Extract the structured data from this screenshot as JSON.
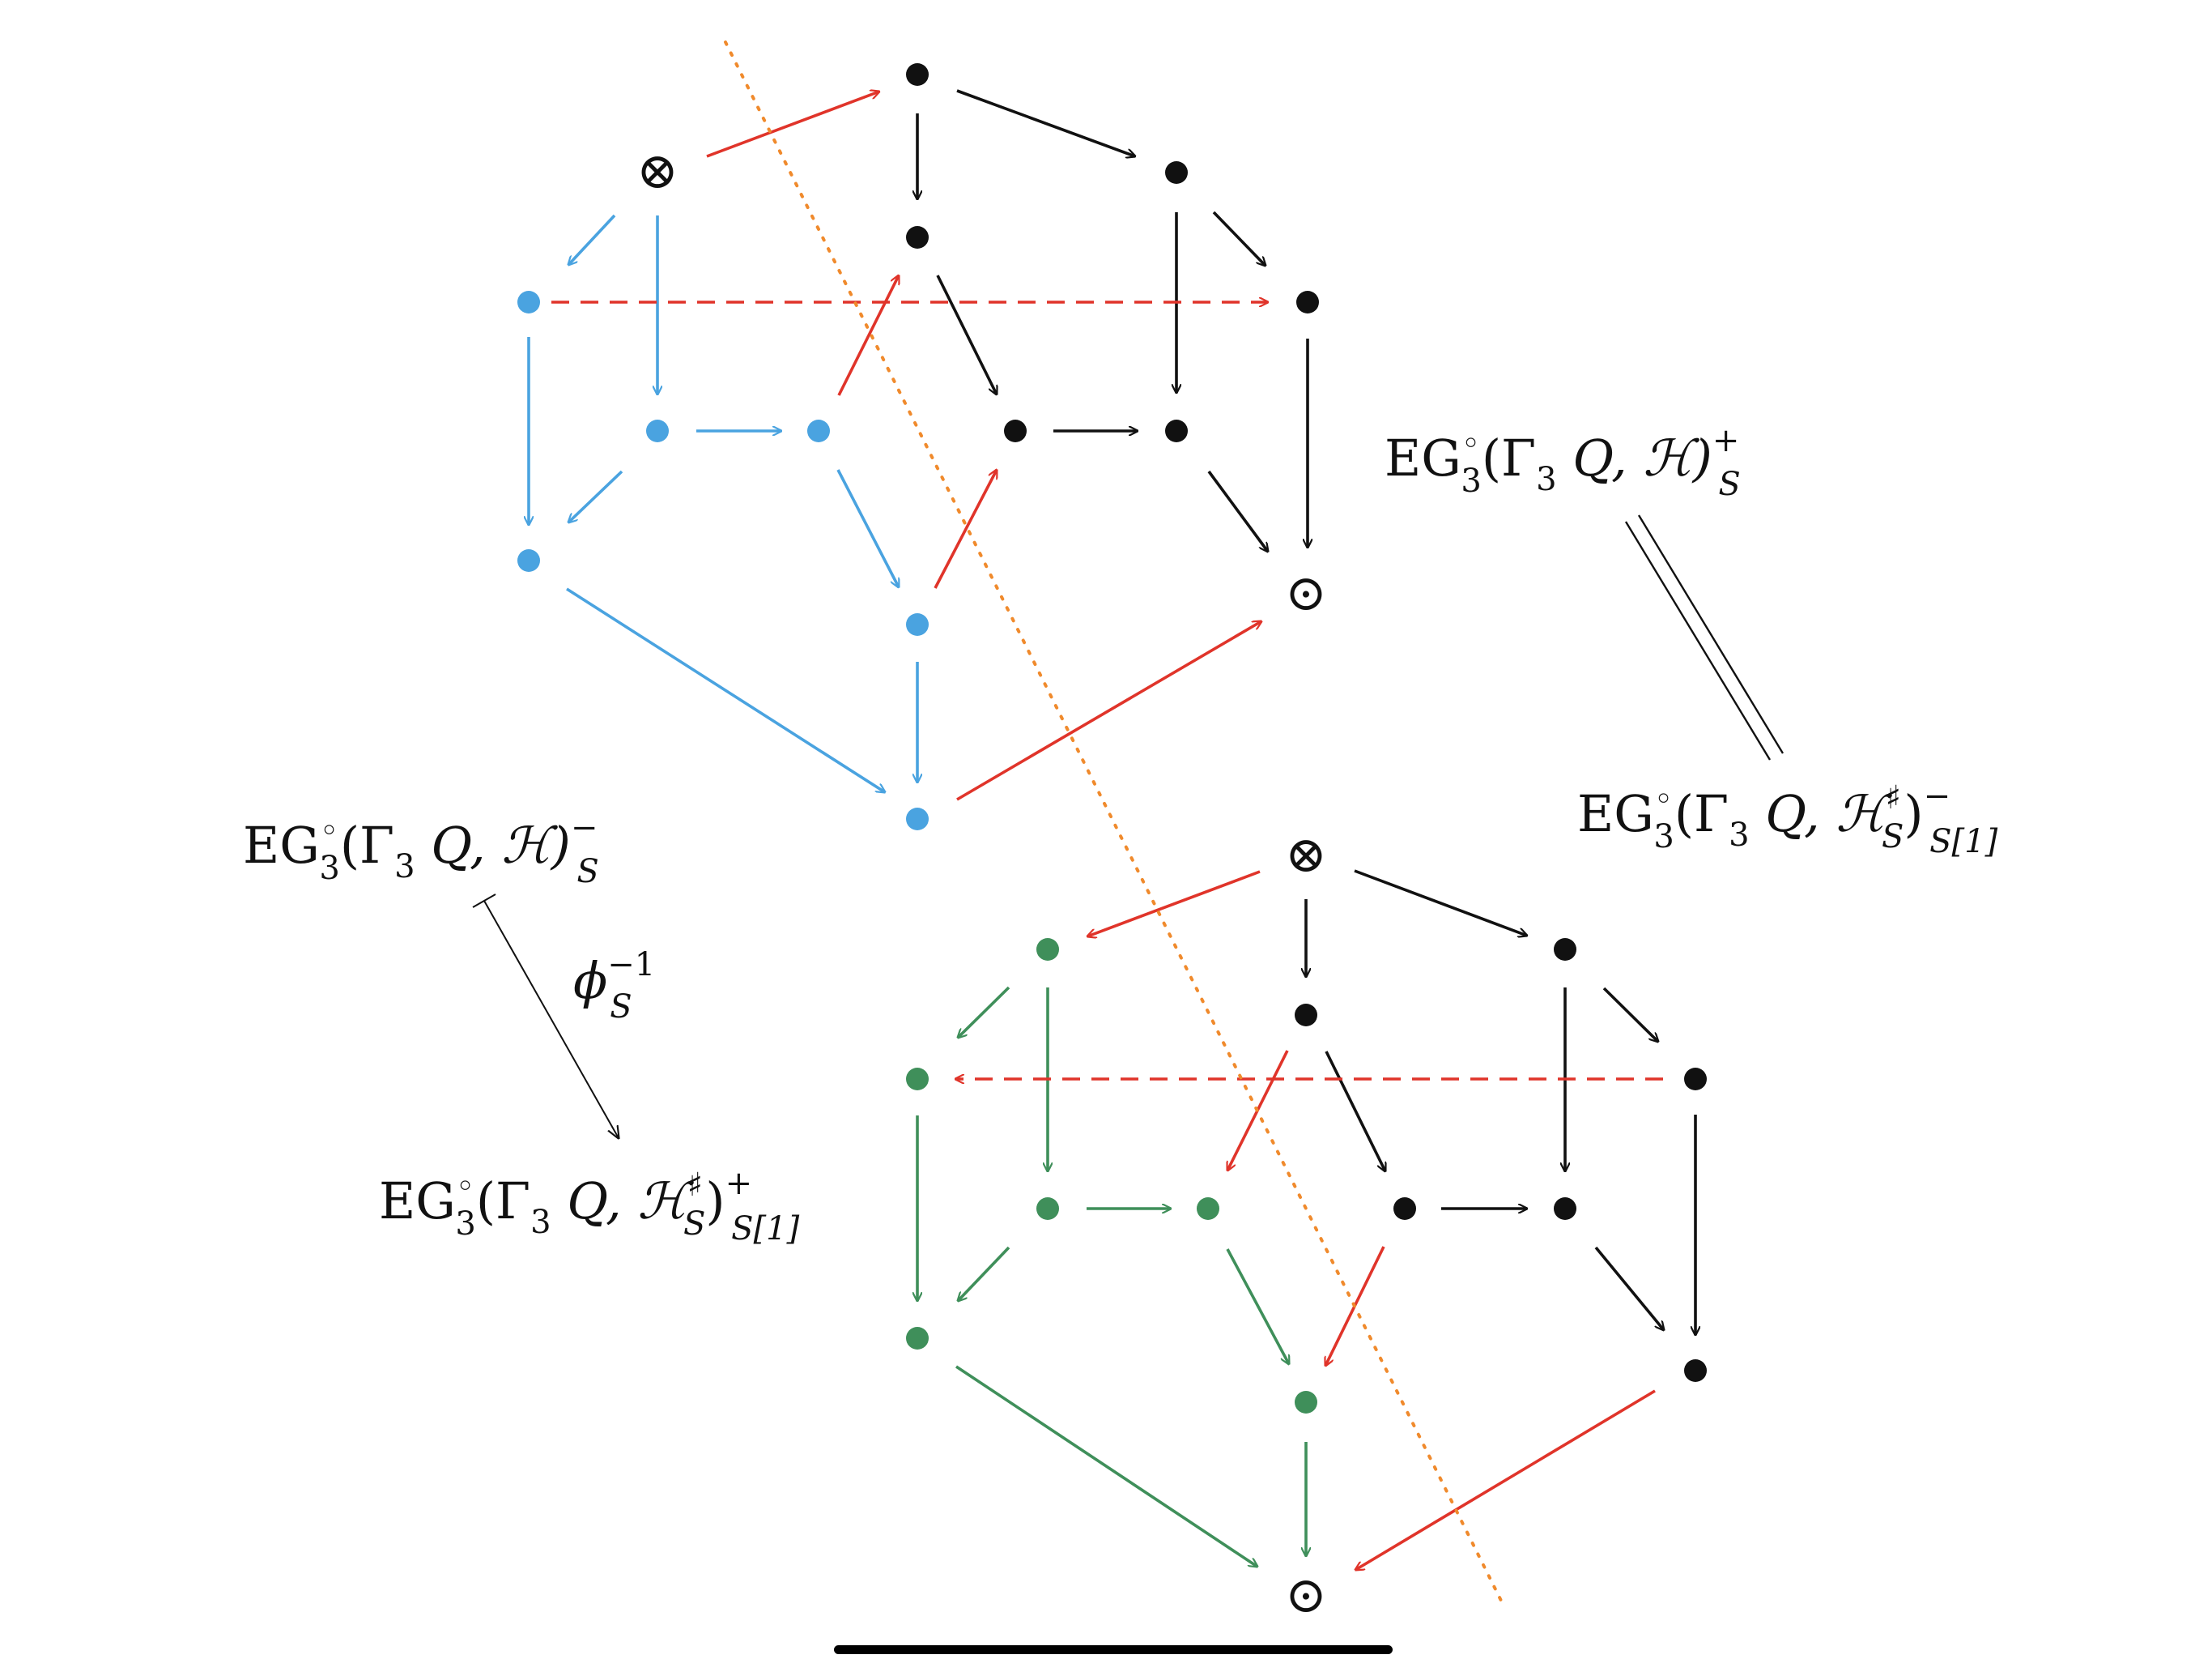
{
  "colors": {
    "black": "#111111",
    "blue": "#4aa3e0",
    "green": "#3f8f5a",
    "red": "#e0342a",
    "orange": "#f08a2c"
  },
  "labels": {
    "upper_plus": {
      "base": "EG",
      "sup": "◦",
      "sub": "3",
      "args": "(Γ",
      "args_sub": "3",
      "args_rest": " Q, ℋ)",
      "tail_sup": "+",
      "tail_sub": "S"
    },
    "upper_minus": {
      "base": "EG",
      "sup": "◦",
      "sub": "3",
      "args": "(Γ",
      "args_sub": "3",
      "args_rest": " Q, ℋ)",
      "tail_sup": "−",
      "tail_sub": "S"
    },
    "lower_minus": {
      "base": "EG",
      "sup": "◦",
      "sub": "3",
      "args": "(Γ",
      "args_sub": "3",
      "args_rest": " Q, ℋ",
      "h_sup": "♯",
      "h_sub": "S",
      "close": ")",
      "tail_sup": "−",
      "tail_sub": "S[1]"
    },
    "lower_plus": {
      "base": "EG",
      "sup": "◦",
      "sub": "3",
      "args": "(Γ",
      "args_sub": "3",
      "args_rest": " Q, ℋ",
      "h_sup": "♯",
      "h_sub": "S",
      "close": ")",
      "tail_sup": "+",
      "tail_sub": "S[1]"
    },
    "phi": {
      "base": "ϕ",
      "sup": "−1",
      "sub": "S"
    }
  },
  "markers": {
    "otimes": "⊗",
    "odot": "⊙"
  }
}
